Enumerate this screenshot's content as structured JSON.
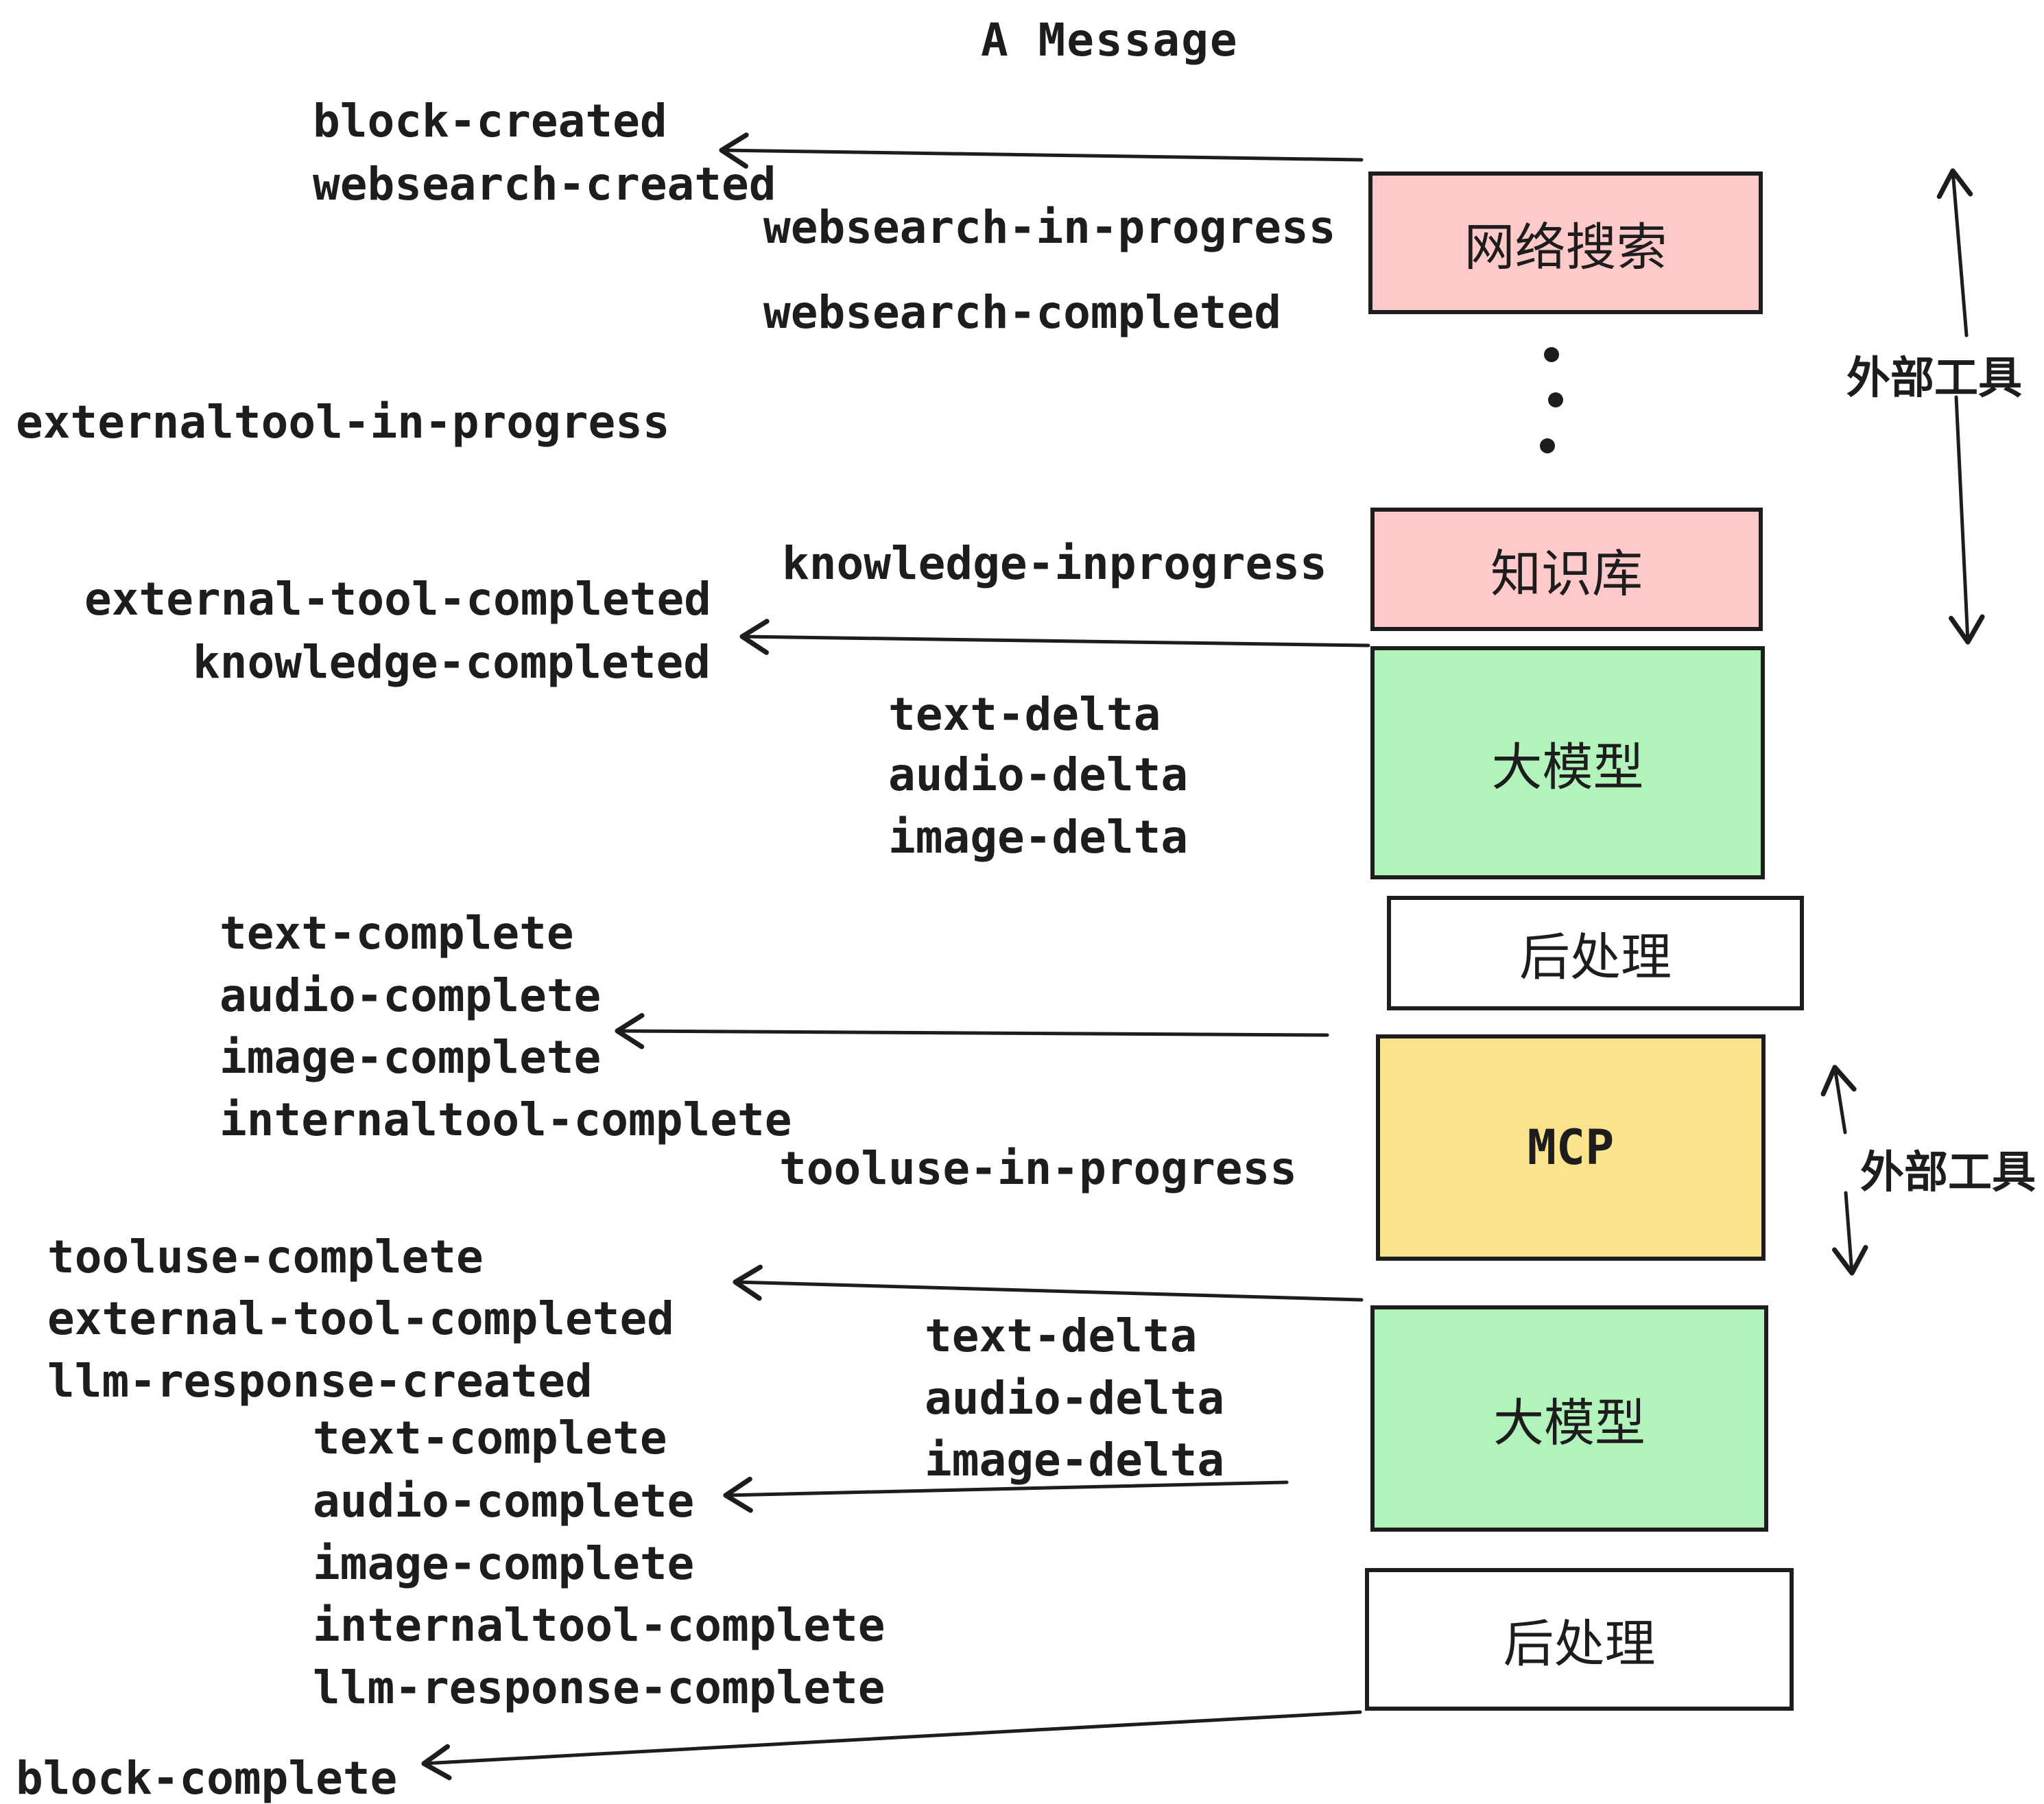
{
  "title": "A Message",
  "colors": {
    "pink": "#FFC9C9",
    "green": "#B2F2BB",
    "yellow": "#FAE38C",
    "white": "#FFFFFF",
    "ink": "#1d1d1d"
  },
  "boxes": {
    "websearch": {
      "label": "网络搜索"
    },
    "knowledge": {
      "label": "知识库"
    },
    "llm1": {
      "label": "大模型"
    },
    "post1": {
      "label": "后处理"
    },
    "mcp": {
      "label": "MCP"
    },
    "llm2": {
      "label": "大模型"
    },
    "post2": {
      "label": "后处理"
    }
  },
  "side_labels": {
    "external_tools_top": "外部工具",
    "external_tools_mid": "外部工具"
  },
  "events": {
    "block_created": "block-created",
    "websearch_created": "websearch-created",
    "websearch_in_progress": "websearch-in-progress",
    "websearch_completed": "websearch-completed",
    "externaltool_in_progress": "externaltool-in-progress",
    "knowledge_inprogress": "knowledge-inprogress",
    "external_tool_completed_1": "external-tool-completed",
    "knowledge_completed": "knowledge-completed",
    "text_delta_1": "text-delta",
    "audio_delta_1": "audio-delta",
    "image_delta_1": "image-delta",
    "text_complete_1": "text-complete",
    "audio_complete_1": "audio-complete",
    "image_complete_1": "image-complete",
    "internaltool_complete_1": "internaltool-complete",
    "tooluse_in_progress": "tooluse-in-progress",
    "tooluse_complete": "tooluse-complete",
    "external_tool_completed_2": "external-tool-completed",
    "llm_response_created": "llm-response-created",
    "text_delta_2": "text-delta",
    "audio_delta_2": "audio-delta",
    "image_delta_2": "image-delta",
    "text_complete_2": "text-complete",
    "audio_complete_2": "audio-complete",
    "image_complete_2": "image-complete",
    "internaltool_complete_2": "internaltool-complete",
    "llm_response_complete": "llm-response-complete",
    "block_complete": "block-complete"
  }
}
